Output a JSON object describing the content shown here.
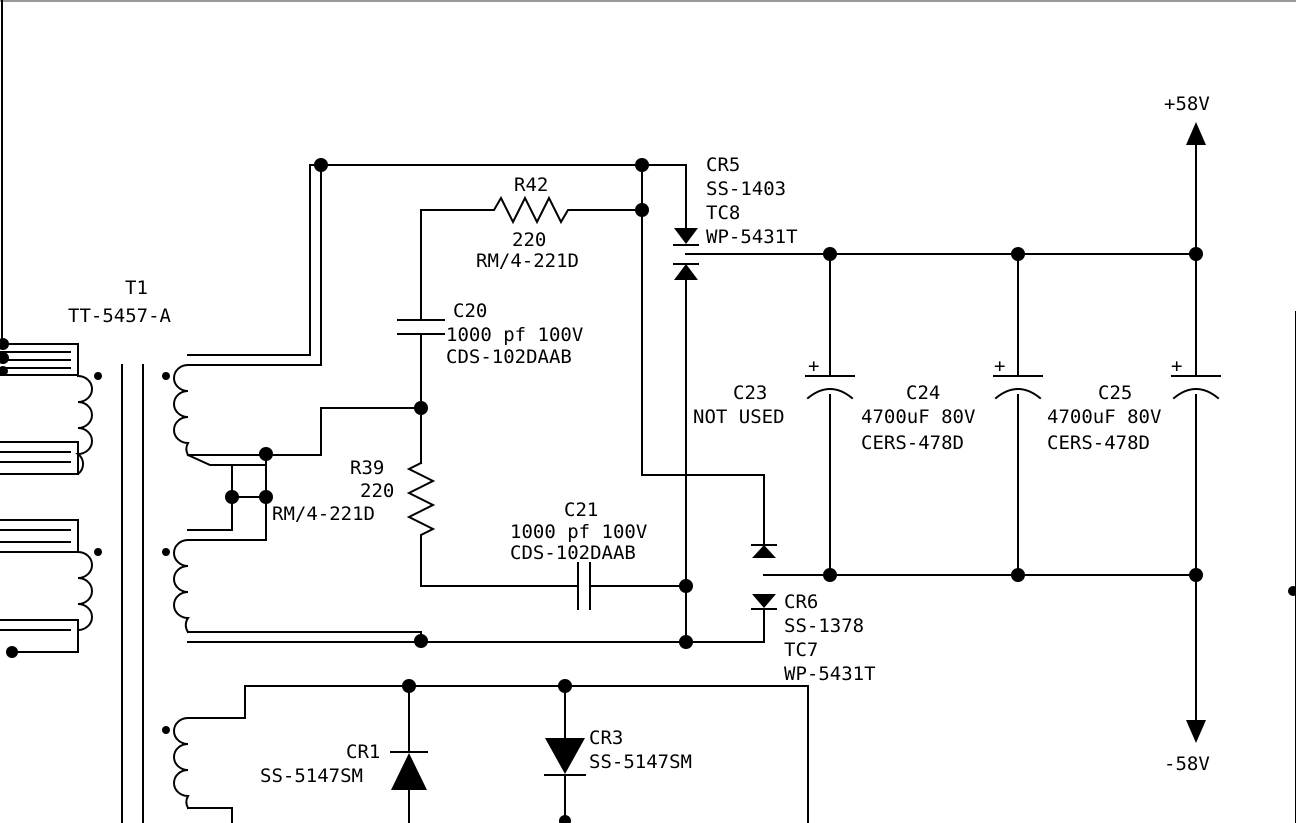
{
  "transformer": {
    "ref": "T1",
    "part": "TT-5457-A"
  },
  "resistors": {
    "r42": {
      "ref": "R42",
      "value": "220",
      "part": "RM/4-221D"
    },
    "r39": {
      "ref": "R39",
      "value": "220",
      "part": "RM/4-221D"
    }
  },
  "capacitors": {
    "c20": {
      "ref": "C20",
      "value": "1000 pf 100V",
      "part": "CDS-102DAAB"
    },
    "c21": {
      "ref": "C21",
      "value": "1000 pf 100V",
      "part": "CDS-102DAAB"
    },
    "c23": {
      "ref": "C23",
      "value": "NOT USED"
    },
    "c24": {
      "ref": "C24",
      "value": "4700uF 80V",
      "part": "CERS-478D"
    },
    "c25": {
      "ref": "C25",
      "value": "4700uF 80V",
      "part": "CERS-478D"
    }
  },
  "polarity": {
    "plus": "+"
  },
  "diodes": {
    "cr5": {
      "ref": "CR5",
      "part": "SS-1403",
      "tc": "TC8",
      "pkg": "WP-5431T"
    },
    "cr6": {
      "ref": "CR6",
      "part": "SS-1378",
      "tc": "TC7",
      "pkg": "WP-5431T"
    },
    "cr1": {
      "ref": "CR1",
      "part": "SS-5147SM"
    },
    "cr3": {
      "ref": "CR3",
      "part": "SS-5147SM"
    }
  },
  "rails": {
    "positive": "+58V",
    "negative": "-58V"
  }
}
